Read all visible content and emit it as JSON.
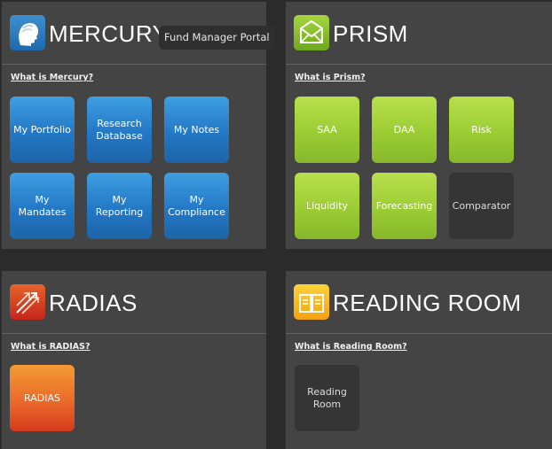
{
  "mercury": {
    "title": "MERCURY",
    "portal_button": "Fund Manager Portal",
    "what_link": "What is Mercury?",
    "logo_icon": "profile-head-icon",
    "tiles": [
      {
        "label": "My Portfolio"
      },
      {
        "label": "Research Database"
      },
      {
        "label": "My Notes"
      },
      {
        "label": "My Mandates"
      },
      {
        "label": "My Reporting"
      },
      {
        "label": "My Compliance"
      }
    ]
  },
  "prism": {
    "title": "PRISM",
    "what_link": "What is Prism?",
    "logo_icon": "prism-envelope-icon",
    "tiles": [
      {
        "label": "SAA"
      },
      {
        "label": "DAA"
      },
      {
        "label": "Risk"
      },
      {
        "label": "Liquidity"
      },
      {
        "label": "Forecasting"
      },
      {
        "label": "Comparator"
      }
    ]
  },
  "radias": {
    "title": "RADIAS",
    "what_link": "What is RADIAS?",
    "logo_icon": "arrows-icon",
    "tiles": [
      {
        "label": "RADIAS"
      }
    ]
  },
  "reading_room": {
    "title": "READING ROOM",
    "what_link": "What is Reading Room?",
    "logo_icon": "open-book-icon",
    "tiles": [
      {
        "label": "Reading Room"
      }
    ]
  },
  "colors": {
    "page_bg": "#2b2b2b",
    "panel_bg": "#444444",
    "mercury_blue": "#2378c5",
    "prism_green": "#9ccc34",
    "radias_orange": "#ea6a2a",
    "reading_yellow": "#f7b51e",
    "disabled_tile": "#353535"
  }
}
